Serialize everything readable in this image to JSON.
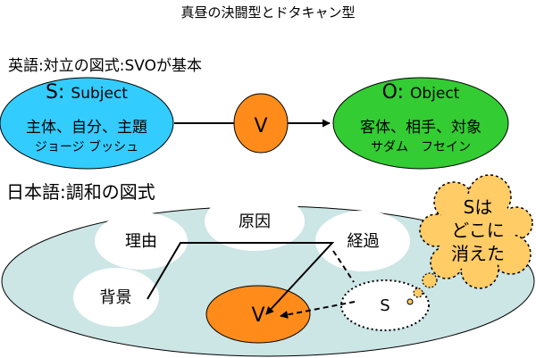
{
  "title": "真昼の決闘型とドタキャン型",
  "english": {
    "heading": "英語:対立の図式:SVOが基本",
    "subject": {
      "letter": "S:",
      "word": "Subject",
      "line2": "主体、自分、主題",
      "line3": "ジョージ ブッシュ"
    },
    "verb": "V",
    "object": {
      "letter": "O:",
      "word": "Object",
      "line2": "客体、相手、対象",
      "line3": "サダム　フセイン"
    }
  },
  "japanese": {
    "heading": "日本語:調和の図式",
    "bubbles": {
      "reason": "理由",
      "cause": "原因",
      "process": "経過",
      "background": "背景"
    },
    "verb": "V",
    "subject": "S"
  },
  "thought": {
    "line1": "Sは",
    "line2": "どこに",
    "line3": "消えた"
  },
  "colors": {
    "subject_fill": "#33ccff",
    "object_fill": "#33cc33",
    "verb_fill": "#ff8c1a",
    "japanese_field": "#cce5e5",
    "thought_fill": "#ffcc66"
  }
}
